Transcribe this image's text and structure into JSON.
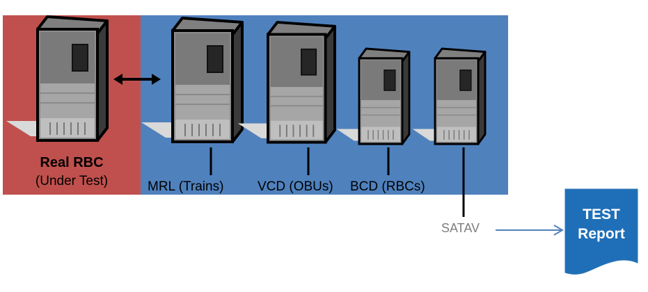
{
  "real_rbc": {
    "title": "Real RBC",
    "subtitle": "(Under Test)"
  },
  "servers": [
    {
      "id": "real-rbc",
      "label": "Real RBC"
    },
    {
      "id": "mrl",
      "label": "MRL (Trains)"
    },
    {
      "id": "vcd",
      "label": "VCD (OBUs)"
    },
    {
      "id": "bcd",
      "label": "BCD (RBCs)"
    }
  ],
  "satav": {
    "label": "SATAV"
  },
  "report": {
    "line1": "TEST",
    "line2": "Report"
  },
  "colors": {
    "real_panel": "#c0504d",
    "sim_panel": "#4f81bd",
    "report_fill": "#1f6fb8",
    "arrow": "#4f81bd",
    "satav_text": "#7f7f7f"
  },
  "icons": [
    "server-tower-icon",
    "double-arrow-icon",
    "document-icon"
  ]
}
